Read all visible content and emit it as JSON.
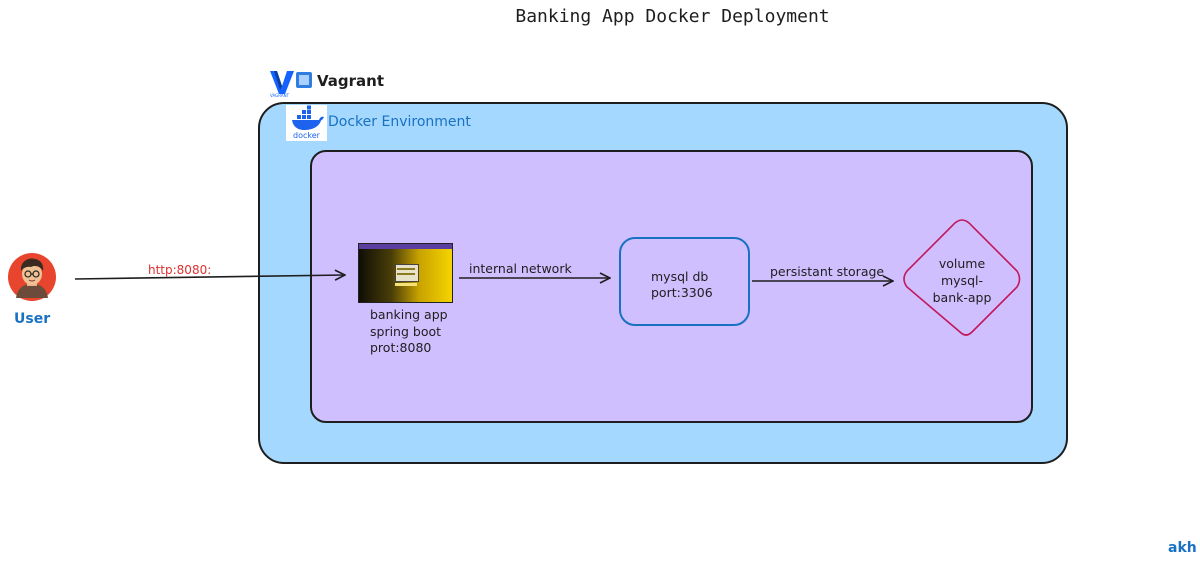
{
  "title": "Banking App Docker Deployment",
  "vagrant": {
    "label": "Vagrant",
    "logo_icon": "vagrant-icon"
  },
  "docker": {
    "label": "Docker Environment",
    "logo_text": "docker",
    "logo_icon": "docker-icon"
  },
  "user": {
    "label": "User",
    "icon": "user-avatar-icon"
  },
  "edges": {
    "user_to_app": "http:8080:",
    "app_to_db": "internal network",
    "db_to_volume": "persistant storage"
  },
  "app": {
    "line1": "banking app",
    "line2": "spring boot",
    "line3": "prot:8080"
  },
  "mysql": {
    "line1": "mysql db",
    "line2": "port:3306"
  },
  "volume": {
    "line1": "volume",
    "line2": "mysql-",
    "line3": "bank-app"
  },
  "footer": "akh",
  "colors": {
    "vagrant_fill": "#a5d8ff",
    "docker_fill": "#d0bfff",
    "db_border": "#1971c2",
    "volume_border": "#c2185b",
    "edge_label_red": "#e03131",
    "label_blue": "#1971c2"
  }
}
